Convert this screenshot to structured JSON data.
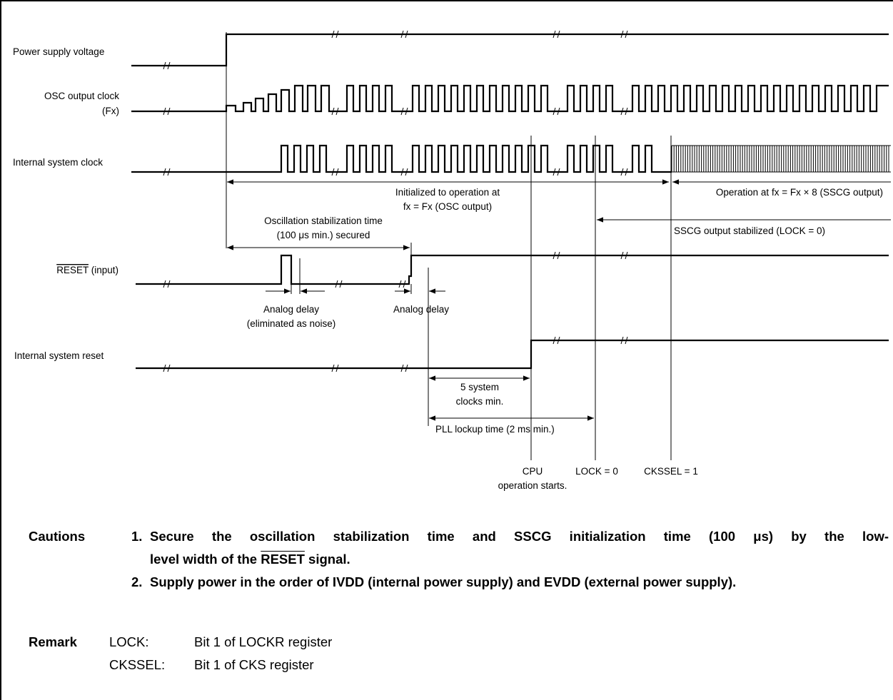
{
  "signals": [
    {
      "id": "power",
      "label": "Power supply voltage"
    },
    {
      "id": "osc",
      "label": "OSC output clock",
      "label2": "(Fx)"
    },
    {
      "id": "sysclk",
      "label": "Internal system clock"
    },
    {
      "id": "reset_in",
      "label": "RESET",
      "label_suffix": " (input)"
    },
    {
      "id": "sysreset",
      "label": "Internal system reset"
    }
  ],
  "annotations": {
    "init_op_1": "Initialized to operation at",
    "init_op_2": "fx = Fx (OSC output)",
    "sscg_op": "Operation at fx = Fx × 8 (SSCG output)",
    "osc_stab_1": "Oscillation stabilization time",
    "osc_stab_2": "(100 μs min.) secured",
    "sscg_stab": "SSCG output stabilized (LOCK = 0)",
    "analog_delay_noise_1": "Analog delay",
    "analog_delay_noise_2": "(eliminated as noise)",
    "analog_delay": "Analog delay",
    "sys_clocks_1": "5 system",
    "sys_clocks_2": "clocks min.",
    "pll_lockup": "PLL lockup time (2 ms min.)",
    "cpu_1": "CPU",
    "cpu_2": "operation starts.",
    "lock0": "LOCK = 0",
    "ckssel1": "CKSSEL = 1"
  },
  "cautions": {
    "heading": "Cautions",
    "items": [
      {
        "num": "1.",
        "line1": "Secure the oscillation stabilization time and SSCG initialization time (100 μs) by the low-",
        "line2_a": "level width of the ",
        "line2_ov": "RESET",
        "line2_b": " signal."
      },
      {
        "num": "2.",
        "text": "Supply power in the order of IVDD (internal power supply) and EVDD (external power supply)."
      }
    ]
  },
  "remark": {
    "heading": "Remark",
    "items": [
      {
        "term": "LOCK:",
        "desc": "Bit 1 of LOCKR register"
      },
      {
        "term": "CKSSEL:",
        "desc": "Bit 1 of CKS register"
      }
    ]
  }
}
